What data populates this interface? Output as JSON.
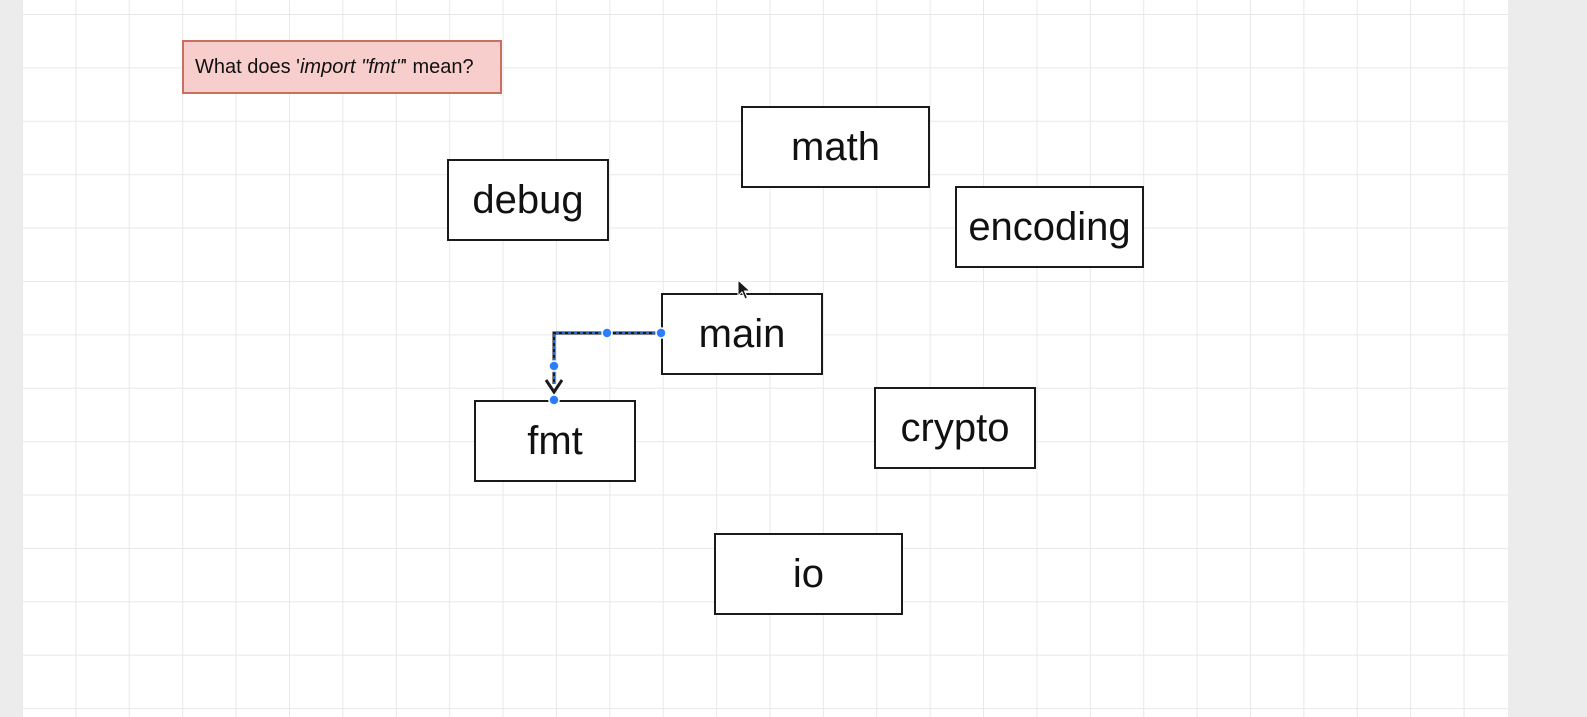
{
  "note": {
    "prefix": "What does '",
    "code": "import \"fmt\"",
    "suffix": "' mean?"
  },
  "nodes": {
    "math": "math",
    "debug": "debug",
    "encoding": "encoding",
    "main": "main",
    "fmt": "fmt",
    "crypto": "crypto",
    "io": "io"
  },
  "edges": [
    {
      "from": "main",
      "to": "fmt",
      "selected": true
    }
  ],
  "colors": {
    "note_fill": "#f8cecc",
    "note_border": "#c8705f",
    "selection_handle": "#2a7fff",
    "edge": "#1a1a1a"
  },
  "icons": {
    "cursor": "mouse-pointer-icon",
    "arrowhead": "arrowhead-icon"
  }
}
